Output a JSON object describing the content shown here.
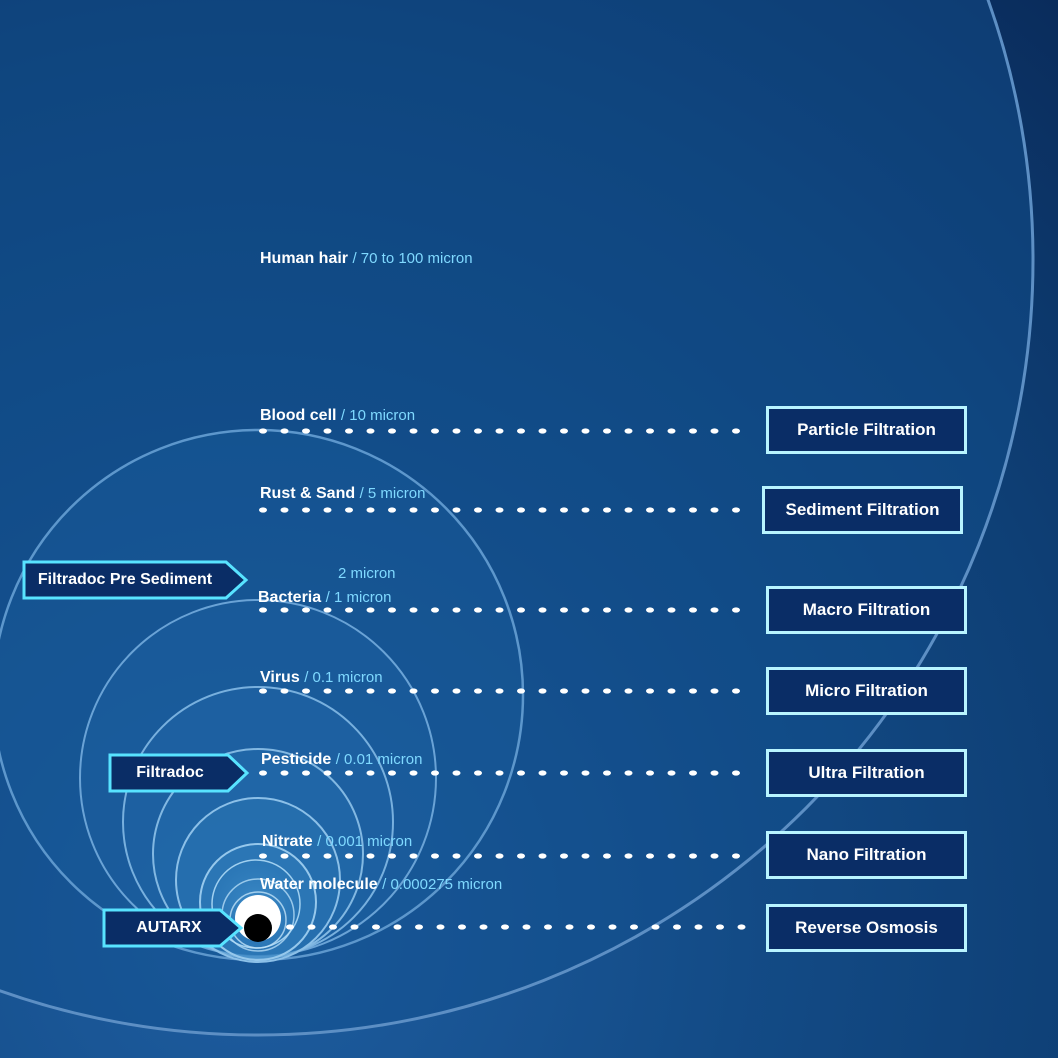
{
  "particles": [
    {
      "name": "Human hair",
      "size": "/ 70 to 100 micron"
    },
    {
      "name": "Blood cell",
      "size": "/ 10 micron"
    },
    {
      "name": "Rust & Sand",
      "size": "/ 5 micron"
    },
    {
      "name": "Bacteria",
      "size": "/ 1 micron",
      "extra_size": "2 micron"
    },
    {
      "name": "Virus",
      "size": "/ 0.1 micron"
    },
    {
      "name": "Pesticide",
      "size": "/ 0.01 micron"
    },
    {
      "name": "Nitrate",
      "size": "/ 0.001 micron"
    },
    {
      "name": "Water molecule",
      "size": "/ 0.000275 micron"
    }
  ],
  "filtrations": [
    "Particle Filtration",
    "Sediment Filtration",
    "Macro Filtration",
    "Micro Filtration",
    "Ultra Filtration",
    "Nano Filtration",
    "Reverse Osmosis"
  ],
  "products": [
    "Filtradoc Pre Sediment",
    "Filtradoc",
    "AUTARX"
  ],
  "colors": {
    "background": "#0e3f75",
    "accent": "#58e3ff",
    "box_border": "#b8f4ff",
    "box_fill": "#0a2d66",
    "size_text": "#7fd9ff"
  }
}
